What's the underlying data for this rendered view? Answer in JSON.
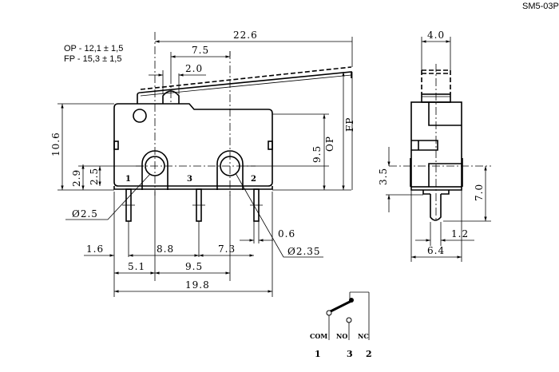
{
  "title": "SM5-03P",
  "specs": {
    "op": "OP - 12,1 ± 1,5",
    "fp": "FP - 15,3 ± 1,5"
  },
  "front_view": {
    "dims": {
      "overall_lever": "22.6",
      "actuator_to_terminal": "7.5",
      "actuator_width": "2.0",
      "height": "10.6",
      "h_2_9": "2.9",
      "h_2_5": "2.5",
      "op_height": "9.5",
      "op_label": "OP",
      "fp_label": "FP",
      "hole_dia_left": "Ø2.5",
      "hole_dia_right": "Ø2.35",
      "d_1_6": "1.6",
      "d_8_8": "8.8",
      "d_7_3": "7.3",
      "d_0_6": "0.6",
      "d_5_1": "5.1",
      "d_9_5": "9.5",
      "length": "19.8"
    },
    "terminal_labels": [
      "1",
      "3",
      "2"
    ]
  },
  "side_view": {
    "dims": {
      "width_top": "4.0",
      "d_3_5": "3.5",
      "d_7_0": "7.0",
      "d_1_2": "1.2",
      "d_6_4": "6.4"
    }
  },
  "schematic": {
    "labels": [
      "COM",
      "NO",
      "NC"
    ],
    "numbers": [
      "1",
      "3",
      "2"
    ]
  }
}
